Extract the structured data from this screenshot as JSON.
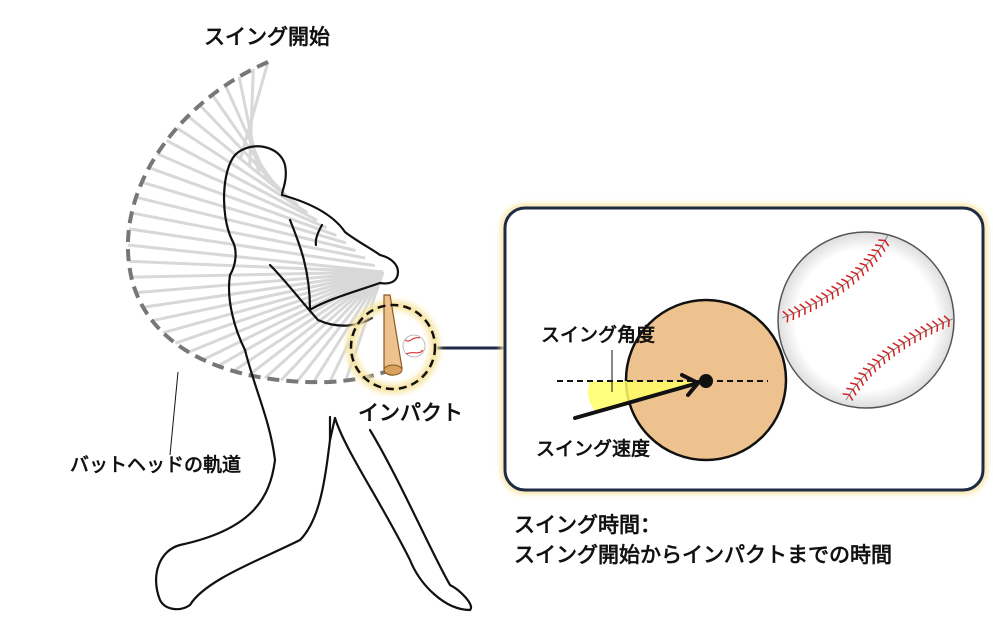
{
  "labels": {
    "swing_start": "スイング開始",
    "impact": "インパクト",
    "bat_head_path": "バットヘッドの軌道",
    "swing_angle": "スイング角度",
    "swing_speed": "スイング速度"
  },
  "caption": {
    "line1": "スイング時間：",
    "line2": "スイング開始からインパクトまでの時間"
  },
  "colors": {
    "bat": "#EEC28E",
    "frame": "#1F2A44",
    "glow": "#F7E4A0",
    "angle_wedge": "#FFFF66",
    "seam": "#D42020",
    "trajectory": "#777777",
    "swing_lines": "#D8D8D8"
  }
}
